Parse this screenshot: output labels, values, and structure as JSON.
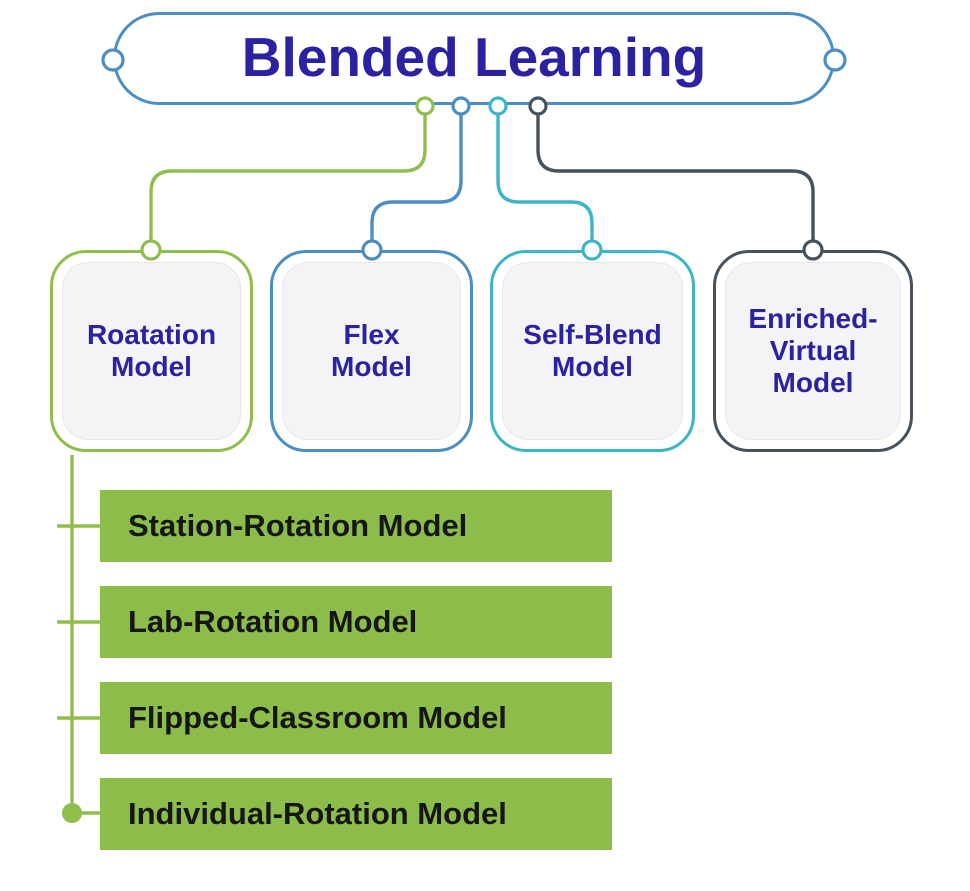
{
  "root": {
    "label": "Blended Learning"
  },
  "colors": {
    "blue": "#4a8ec3",
    "green": "#8fbe4c",
    "teal": "#3db5c6",
    "slate": "#46525e",
    "indigo_text": "#2a22a1",
    "bar_green": "#8cbd4a",
    "bar_text": "#161616",
    "panel_gray": "#f4f4f6"
  },
  "branches": [
    {
      "label": "Roatation Model",
      "color": "green"
    },
    {
      "label": "Flex Model",
      "color": "blue"
    },
    {
      "label": "Self-Blend Model",
      "color": "teal"
    },
    {
      "label": "Enriched-Virtual Model",
      "color": "slate"
    }
  ],
  "sub_models": [
    {
      "label": "Station-Rotation Model"
    },
    {
      "label": "Lab-Rotation Model"
    },
    {
      "label": "Flipped-Classroom Model"
    },
    {
      "label": "Individual-Rotation Model"
    }
  ]
}
